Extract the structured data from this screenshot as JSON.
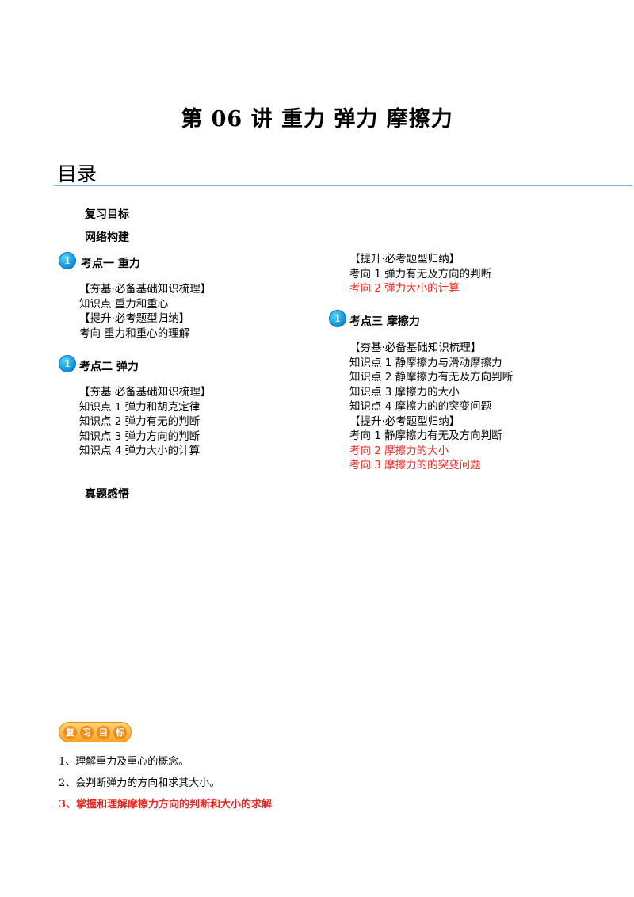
{
  "title": "第 06 讲  重力  弹力  摩擦力",
  "toc": {
    "heading": "目录",
    "review_goals": "复习目标",
    "network": "网络构建",
    "exam": "真题感悟",
    "badge_number": "1",
    "sections": [
      {
        "title": "考点一    重力",
        "lines": [
          {
            "text": "【夯基·必备基础知识梳理】",
            "red": false
          },
          {
            "text": "知识点  重力和重心",
            "red": false
          },
          {
            "text": "【提升·必考题型归纳】",
            "red": false
          },
          {
            "text": "考向  重力和重心的理解",
            "red": false
          }
        ]
      },
      {
        "title": "考点二    弹力",
        "lines": [
          {
            "text": "【夯基·必备基础知识梳理】",
            "red": false
          },
          {
            "text": "知识点 1  弹力和胡克定律",
            "red": false
          },
          {
            "text": "知识点 2  弹力有无的判断",
            "red": false
          },
          {
            "text": "知识点 3  弹力方向的判断",
            "red": false
          },
          {
            "text": "知识点 4  弹力大小的计算",
            "red": false
          }
        ]
      },
      {
        "pre_lines": [
          {
            "text": "【提升·必考题型归纳】",
            "red": false
          },
          {
            "text": "考向 1  弹力有无及方向的判断",
            "red": false
          },
          {
            "text": "考向 2  弹力大小的计算",
            "red": true
          }
        ]
      },
      {
        "title": "考点三    摩擦力",
        "lines": [
          {
            "text": "【夯基·必备基础知识梳理】",
            "red": false
          },
          {
            "text": "知识点 1  静摩擦力与滑动摩擦力",
            "red": false
          },
          {
            "text": "知识点 2  静摩擦力有无及方向判断",
            "red": false
          },
          {
            "text": "知识点 3  摩擦力的大小",
            "red": false
          },
          {
            "text": "知识点 4  摩擦力的的突变问题",
            "red": false
          },
          {
            "text": "【提升·必考题型归纳】",
            "red": false
          },
          {
            "text": "考向 1  静摩擦力有无及方向判断",
            "red": false
          },
          {
            "text": "考向 2  摩擦力的大小",
            "red": true
          },
          {
            "text": "考向 3  摩擦力的的突变问题",
            "red": true
          }
        ]
      }
    ]
  },
  "review_badge": [
    "复",
    "习",
    "目",
    "标"
  ],
  "goals": [
    "1、理解重力及重心的概念。",
    "2、会判断弹力的方向和求其大小。",
    "3、掌握和理解摩擦力方向的判断和大小的求解"
  ],
  "colors": {
    "red": "#e8261f",
    "rule": "#7fb2d6",
    "badge_blue": "#1a9de0",
    "badge_orange": "#f6a623"
  }
}
